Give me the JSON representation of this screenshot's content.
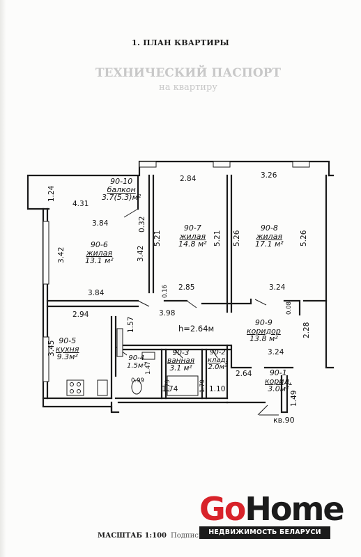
{
  "header": {
    "title": "1. ПЛАН КВАРТИРЫ"
  },
  "ghost_text": {
    "line1": "ТЕХНИЧЕСКИЙ ПАСПОРТ",
    "line2": "на квартиру"
  },
  "rooms": {
    "balcony": {
      "code": "90-10",
      "name": "балкон",
      "area": "3.7(5.3)м²"
    },
    "room6": {
      "code": "90-6",
      "name": "жилая",
      "area": "13.1 м²"
    },
    "room7": {
      "code": "90-7",
      "name": "жилая",
      "area": "14.8 м²"
    },
    "room8": {
      "code": "90-8",
      "name": "жилая",
      "area": "17.1 м²"
    },
    "kitchen": {
      "code": "90-5",
      "name": "кухня",
      "area": "9.3м²"
    },
    "wc": {
      "code": "90-4",
      "area": "1.5м²"
    },
    "bath": {
      "code": "90-3",
      "name": "ванная",
      "area": "3.1 м²"
    },
    "storage": {
      "code": "90-2",
      "name": "клад.",
      "area": "2.0м²"
    },
    "corridor": {
      "code": "90-9",
      "name": "коридор",
      "area": "13.8 м²"
    },
    "hall": {
      "code": "90-1",
      "name": "корид.",
      "area": "3.0м²"
    }
  },
  "ceiling_height": "h=2.64м",
  "apartment_no": "кв.90",
  "dimensions": {
    "d1_24": "1.24",
    "d4_31": "4.31",
    "d3_84a": "3.84",
    "d0_32": "0.32",
    "d2_84": "2.84",
    "d3_26": "3.26",
    "d3_42a": "3.42",
    "d3_42b": "3.42",
    "d5_21a": "5.21",
    "d5_21b": "5.21",
    "d5_26a": "5.26",
    "d5_26b": "5.26",
    "d3_84b": "3.84",
    "d0_16": "0.16",
    "d2_85": "2.85",
    "d3_24a": "3.24",
    "d0_08": "0.08",
    "d3_98": "3.98",
    "d2_94": "2.94",
    "d1_57": "1.57",
    "d2_28": "2.28",
    "d3_45": "3.45",
    "d3_24b": "3.24",
    "d2_64": "2.64",
    "d1_49": "1.49",
    "d0_99": "0.99",
    "d1_74": "1.74",
    "d1_79a": "1.79",
    "d1_79b": "1.79",
    "d1_10": "1.10",
    "d1_47": "1.47"
  },
  "footer": {
    "scale": "МАСШТАБ 1:100",
    "signature": "Подпись исполнителя"
  },
  "logo": {
    "go": "Go",
    "home": "Home",
    "tagline": "НЕДВИЖИМОСТЬ БЕЛАРУСИ",
    "go_color": "#d8232a"
  }
}
